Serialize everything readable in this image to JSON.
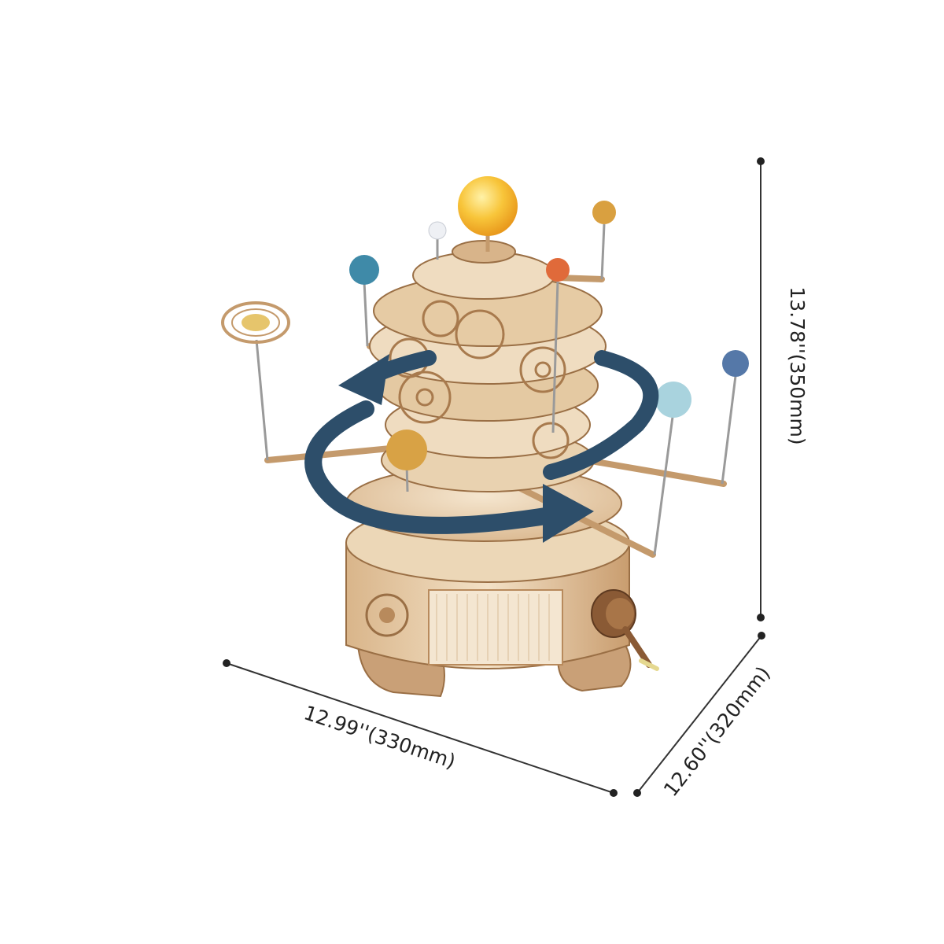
{
  "dimensions": {
    "width_label": "12.99''(330mm)",
    "depth_label": "12.60''(320mm)",
    "height_label": "13.78''(350mm)"
  },
  "colors": {
    "wood_light": "#efd9b9",
    "wood_mid": "#ddb98e",
    "wood_dark": "#b88a5c",
    "arrow": "#2d4e6a",
    "sun": "#f6b32e",
    "dimension_line": "#333333"
  }
}
